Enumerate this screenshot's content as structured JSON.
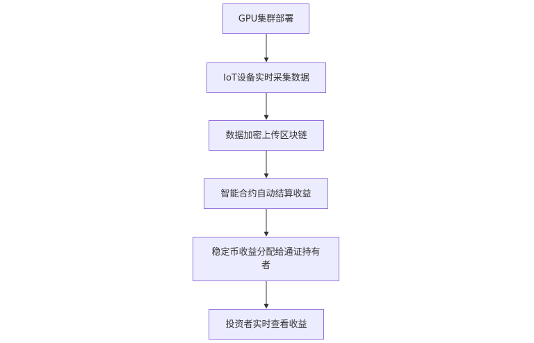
{
  "flowchart": {
    "nodes": [
      {
        "id": "n1",
        "label": "GPU集群部署"
      },
      {
        "id": "n2",
        "label": "IoT设备实时采集数据"
      },
      {
        "id": "n3",
        "label": "数据加密上传区块链"
      },
      {
        "id": "n4",
        "label": "智能合约自动结算收益"
      },
      {
        "id": "n5",
        "label": "稳定币收益分配给通证持有者"
      },
      {
        "id": "n6",
        "label": "投资者实时查看收益"
      }
    ],
    "edges": [
      {
        "from": "n1",
        "to": "n2"
      },
      {
        "from": "n2",
        "to": "n3"
      },
      {
        "from": "n3",
        "to": "n4"
      },
      {
        "from": "n4",
        "to": "n5"
      },
      {
        "from": "n5",
        "to": "n6"
      }
    ],
    "colors": {
      "node_fill": "#ECECFF",
      "node_border": "#9370DB",
      "edge": "#333333",
      "text": "#333333"
    }
  }
}
